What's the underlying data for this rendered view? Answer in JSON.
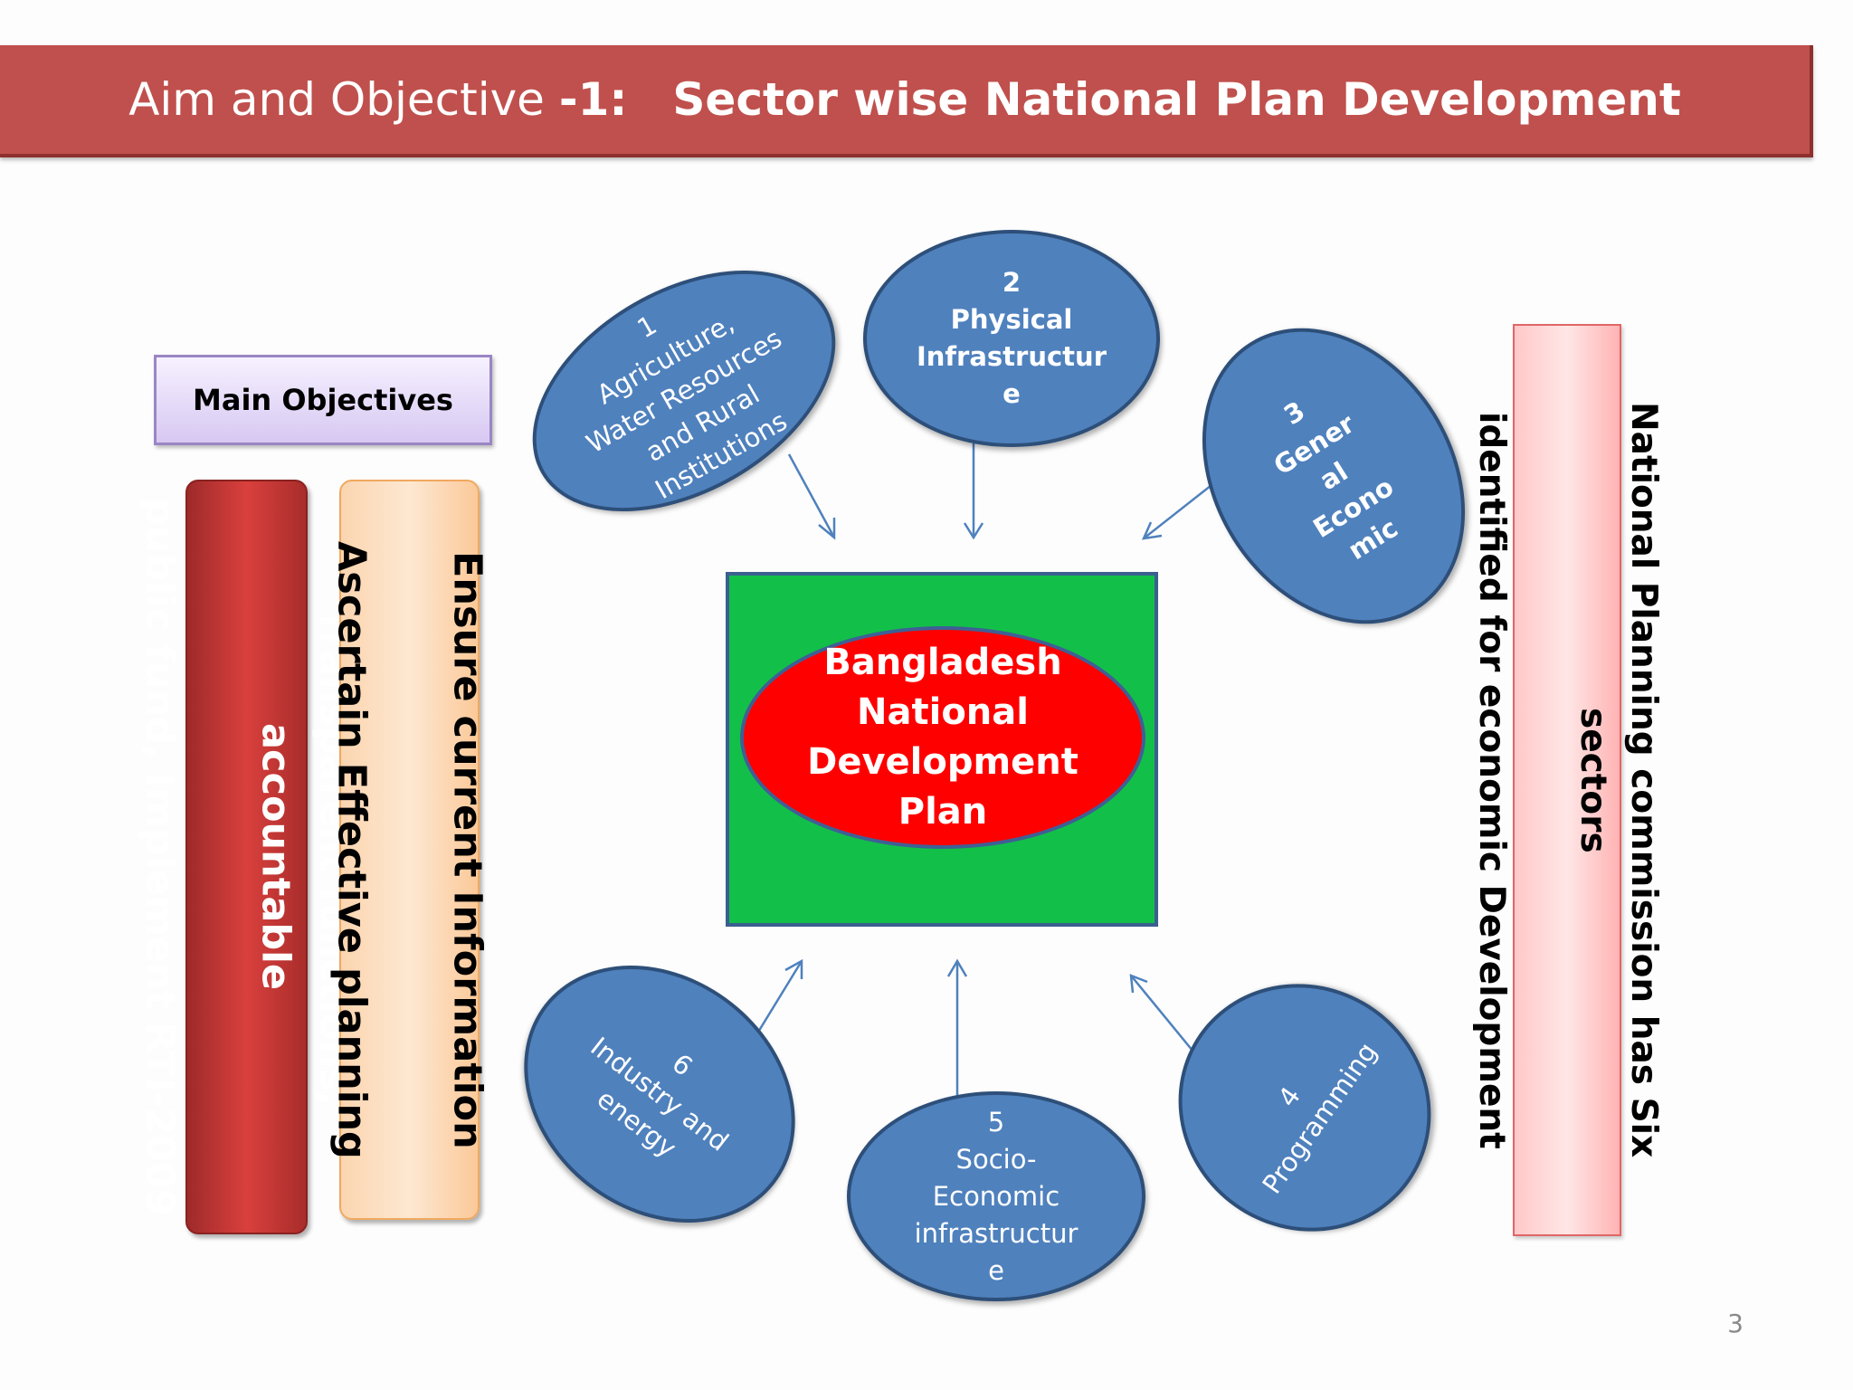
{
  "header": {
    "pre": "Aim and Objective",
    "num": "-1:",
    "title": "Sector wise National Plan Development"
  },
  "main_objectives_label": "Main Objectives",
  "objectives": [
    {
      "lines": [
        "Transparent functions, accountable",
        "public fund, Implement RTI-2009"
      ]
    },
    {
      "lines": [
        "Ensure current Information",
        "Ascertain Effective planning"
      ]
    }
  ],
  "side_note": {
    "lines": [
      "National Planning commission has Six  sectors",
      "identified for economic Development"
    ]
  },
  "center": {
    "lines": [
      "Bangladesh",
      "National",
      "Development",
      "Plan"
    ]
  },
  "sectors": [
    {
      "lines": [
        "1",
        "Agriculture,",
        "Water Resources",
        "and Rural",
        "Institutions"
      ]
    },
    {
      "lines": [
        "2",
        "Physical",
        "Infrastructur",
        "e"
      ]
    },
    {
      "lines": [
        "3",
        "Gener",
        "al",
        "Econo",
        "mic"
      ]
    },
    {
      "lines": [
        "4",
        "Programming"
      ]
    },
    {
      "lines": [
        "5",
        "Socio-",
        "Economic",
        "infrastructur",
        "e"
      ]
    },
    {
      "lines": [
        "6",
        "Industry and",
        "energy"
      ]
    }
  ],
  "colors": {
    "banner": "#c0504d",
    "sector_fill": "#4f81bd",
    "center_square": "#12c049",
    "center_ellipse": "#ff0000",
    "arrow": "#4f81bd"
  },
  "page_number": "3"
}
